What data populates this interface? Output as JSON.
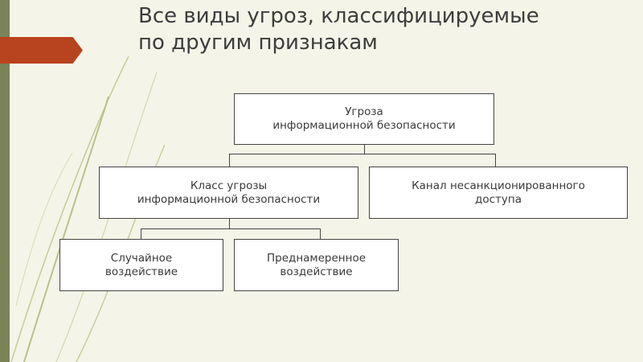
{
  "slide": {
    "title_line1": "Все виды угроз, классифицируемые",
    "title_line2": "по другим признакам"
  },
  "diagram": {
    "root": {
      "line1": "Угроза",
      "line2": "информационной безопасности"
    },
    "class_node": {
      "line1": "Класс угрозы",
      "line2": "информационной безопасности"
    },
    "channel_node": {
      "line1": "Канал несанкционированного",
      "line2": "доступа"
    },
    "accidental_node": {
      "line1": "Случайное",
      "line2": "воздействие"
    },
    "intentional_node": {
      "line1": "Преднамеренное",
      "line2": "воздействие"
    }
  },
  "colors": {
    "background": "#f4f5e8",
    "accent_red": "#b8431f",
    "left_bar": "#7a8458",
    "deco_lines": "#b9c08a"
  }
}
